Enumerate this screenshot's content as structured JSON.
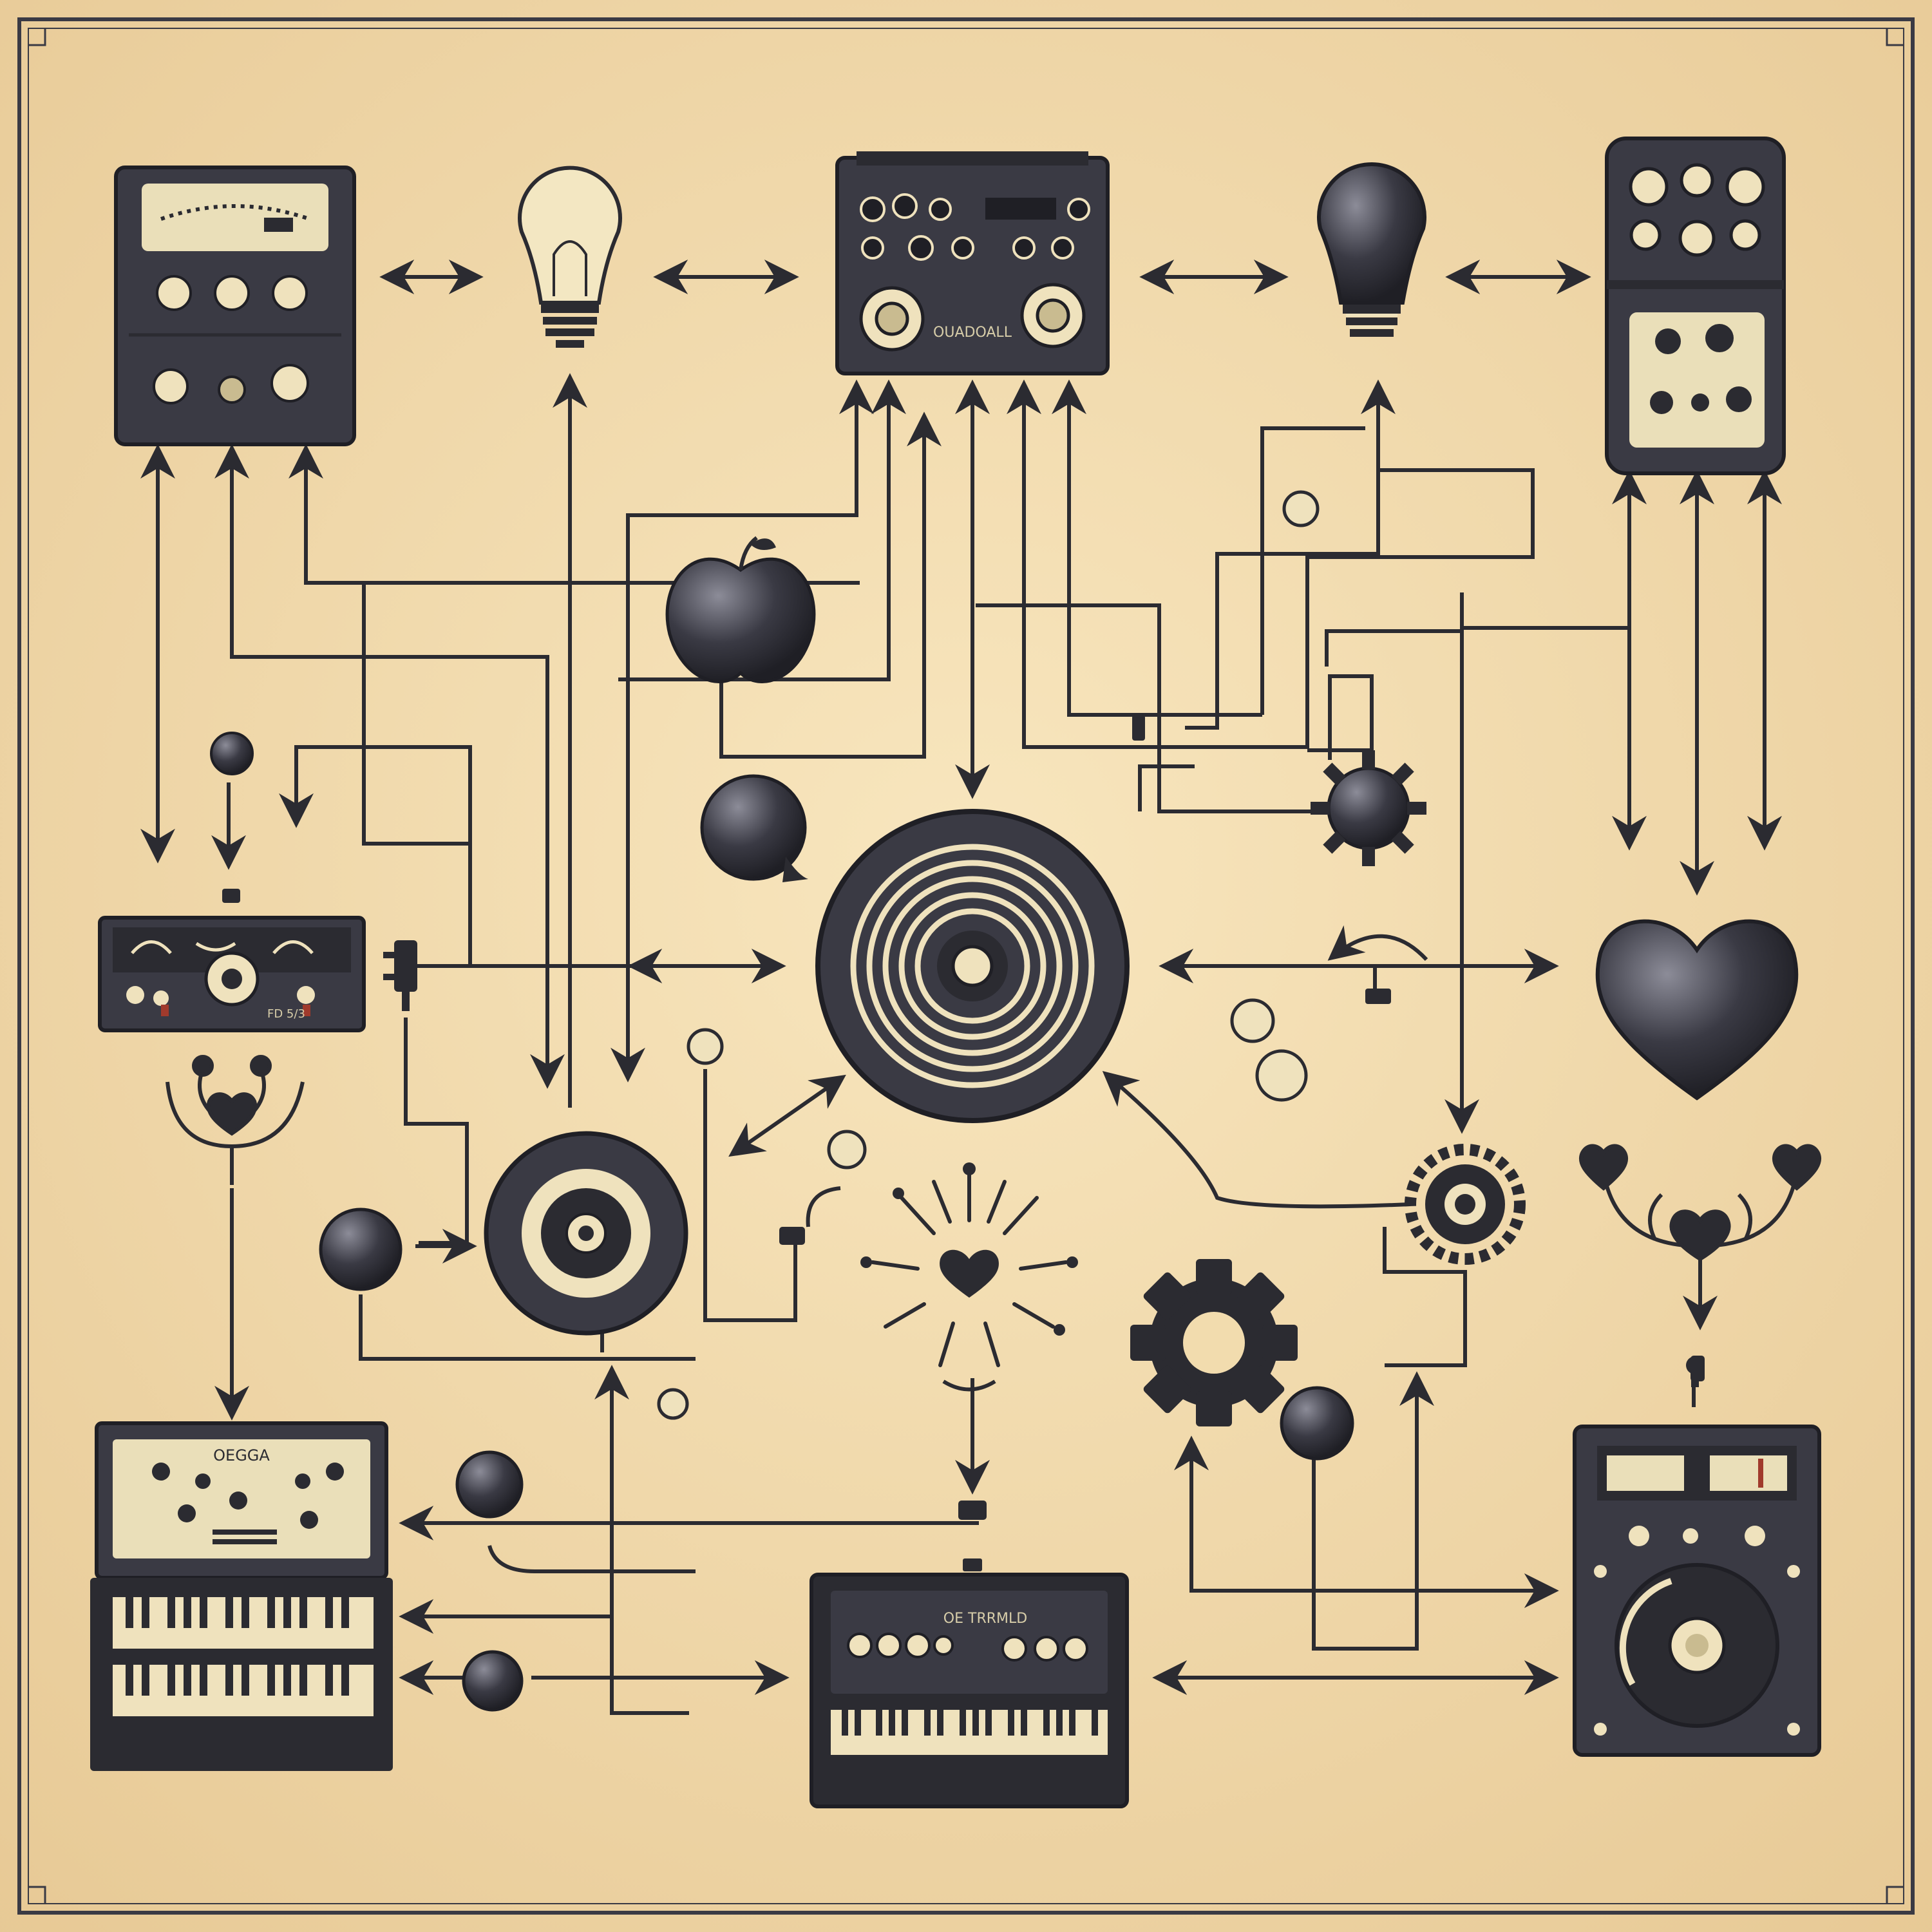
{
  "diagram": {
    "style": "vintage sepia schematic of interconnected analog sound equipment",
    "colors": {
      "paper": "#f2dcae",
      "paper_edge": "#e3c58f",
      "ink": "#2b2b31",
      "device": "#3a3a44",
      "knob": "#efe2bd",
      "panel_light": "#eadfb9",
      "accent_red": "#a03a2c"
    },
    "devices": [
      {
        "id": "amp-top-left",
        "kind": "vu-meter amplifier",
        "icon": "amplifier-icon"
      },
      {
        "id": "mixer-top-center",
        "kind": "control console",
        "icon": "mixer-icon",
        "label": "OUADOALL"
      },
      {
        "id": "pedal-top-right",
        "kind": "effects pedal",
        "icon": "pedal-icon"
      },
      {
        "id": "module-left",
        "kind": "rack module",
        "icon": "module-icon",
        "label": "FD 5/3"
      },
      {
        "id": "speaker-center",
        "kind": "record / speaker disc",
        "icon": "speaker-icon"
      },
      {
        "id": "speaker-small",
        "kind": "speaker cone",
        "icon": "speaker-icon"
      },
      {
        "id": "organ-left",
        "kind": "double-manual organ",
        "icon": "organ-icon",
        "label": "OEGGA"
      },
      {
        "id": "synth-bottom",
        "kind": "synthesizer keyboard",
        "icon": "synth-icon",
        "label": "OE TRRMLD"
      },
      {
        "id": "speaker-cabinet",
        "kind": "speaker cabinet",
        "icon": "cabinet-icon"
      }
    ],
    "symbols": [
      "lightbulb-icon",
      "lightbulb-dark-icon",
      "apple-icon",
      "heart-icon",
      "gear-icon",
      "gear-small-icon",
      "sun-heart-icon",
      "ball-icon",
      "cherry-icon",
      "plug-icon"
    ]
  }
}
